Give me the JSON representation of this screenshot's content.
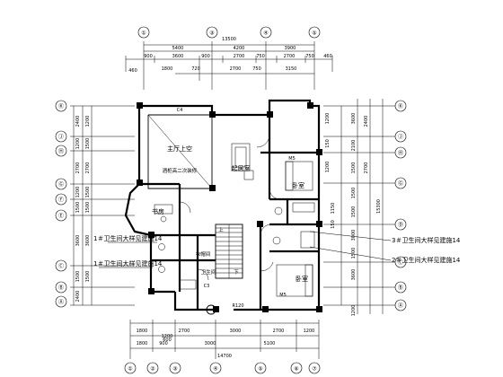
{
  "axes": {
    "top": [
      "①",
      "③",
      "④",
      "⑤",
      "⑦"
    ],
    "bottom": [
      "①",
      "②",
      "③",
      "④",
      "⑤",
      "⑥",
      "⑦"
    ],
    "left": [
      "Ⓚ",
      "Ⓙ",
      "Ⓗ",
      "Ⓖ",
      "Ⓕ",
      "Ⓔ",
      "Ⓒ",
      "Ⓑ",
      "Ⓐ"
    ],
    "right": [
      "Ⓚ",
      "Ⓙ",
      "Ⓗ",
      "Ⓖ",
      "Ⓓ",
      "Ⓒ",
      "Ⓑ",
      "Ⓐ"
    ]
  },
  "dims": {
    "top_total": "13500",
    "top_row1": [
      "5400",
      "4200",
      "3900"
    ],
    "top_row2": [
      "900",
      "3600",
      "900",
      "2700",
      "750",
      "2700",
      "750",
      "460"
    ],
    "top_row3": [
      "1800",
      "720",
      "2700",
      "750",
      "3150"
    ],
    "top_edge": [
      "460",
      "460"
    ],
    "bottom_row1": [
      "1800",
      "2700",
      "3000",
      "2700",
      "1200"
    ],
    "bottom_row2": [
      "1800",
      "900",
      "3000",
      "5100"
    ],
    "bottom_total": "14700",
    "bottom_extra": [
      "1200",
      "600"
    ],
    "left_col": [
      "2400",
      "1200",
      "2700",
      "1200",
      "1500",
      "3600",
      "1500",
      "2400"
    ],
    "left_col2": [
      "1200",
      "1500",
      "2700",
      "1500",
      "1500",
      "3600",
      "1500"
    ],
    "right_col": [
      "3600",
      "2100",
      "1500",
      "1500",
      "1500",
      "3000",
      "1500",
      "3600",
      "1200"
    ],
    "right_col2": [
      "2400",
      "2700",
      "15300"
    ],
    "right_small": [
      "1200",
      "150",
      "1200",
      "1150",
      "150"
    ]
  },
  "rooms": {
    "main_hall": "主厅上空",
    "hall_note": "酒柜高二次装修",
    "living": "起居室",
    "bedroom_1": "卧室",
    "bedroom_2": "卧室",
    "study": "书房",
    "bath": "卫生间",
    "closet": "衣帽间",
    "up": "上",
    "down": "下"
  },
  "callouts": {
    "bath_1": "1＃卫生间大样见建施14",
    "bath_2": "2＃卫生间大样见建施14",
    "bath_3": "3＃卫生间大样见建施14",
    "bath_4": "1＃卫生间大样见建施14"
  },
  "tags": {
    "c4": "C4",
    "m5a": "M5",
    "m5b": "M5",
    "c3": "C3",
    "r120": "R120"
  }
}
